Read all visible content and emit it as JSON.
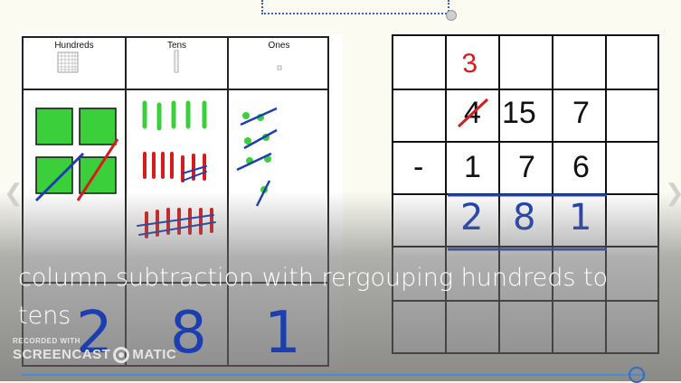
{
  "slide": {
    "caption": "column subtraction with rergouping hundreds to tens",
    "watermark_top": "RECORDED WITH",
    "watermark_left": "SCREENCAST",
    "watermark_right": "MATIC",
    "watermark_logo_icon": "record-circle-icon"
  },
  "place_value_table": {
    "headers": [
      "Hundreds",
      "Tens",
      "Ones"
    ],
    "answer_digits": [
      "2",
      "8",
      "1"
    ]
  },
  "subtraction_grid": {
    "regroup_digit": "3",
    "minuend": [
      "4",
      "15",
      "7"
    ],
    "operator": "-",
    "subtrahend": [
      "1",
      "7",
      "6"
    ],
    "result": [
      "2",
      "8",
      "1"
    ]
  },
  "player": {
    "progress": 0.98,
    "prev_icon": "chevron-left-icon",
    "next_icon": "chevron-right-icon"
  },
  "colors": {
    "green": "#3ccf3c",
    "red": "#d51d1d",
    "blue": "#1b3fb0",
    "progress": "#4a89d8"
  }
}
